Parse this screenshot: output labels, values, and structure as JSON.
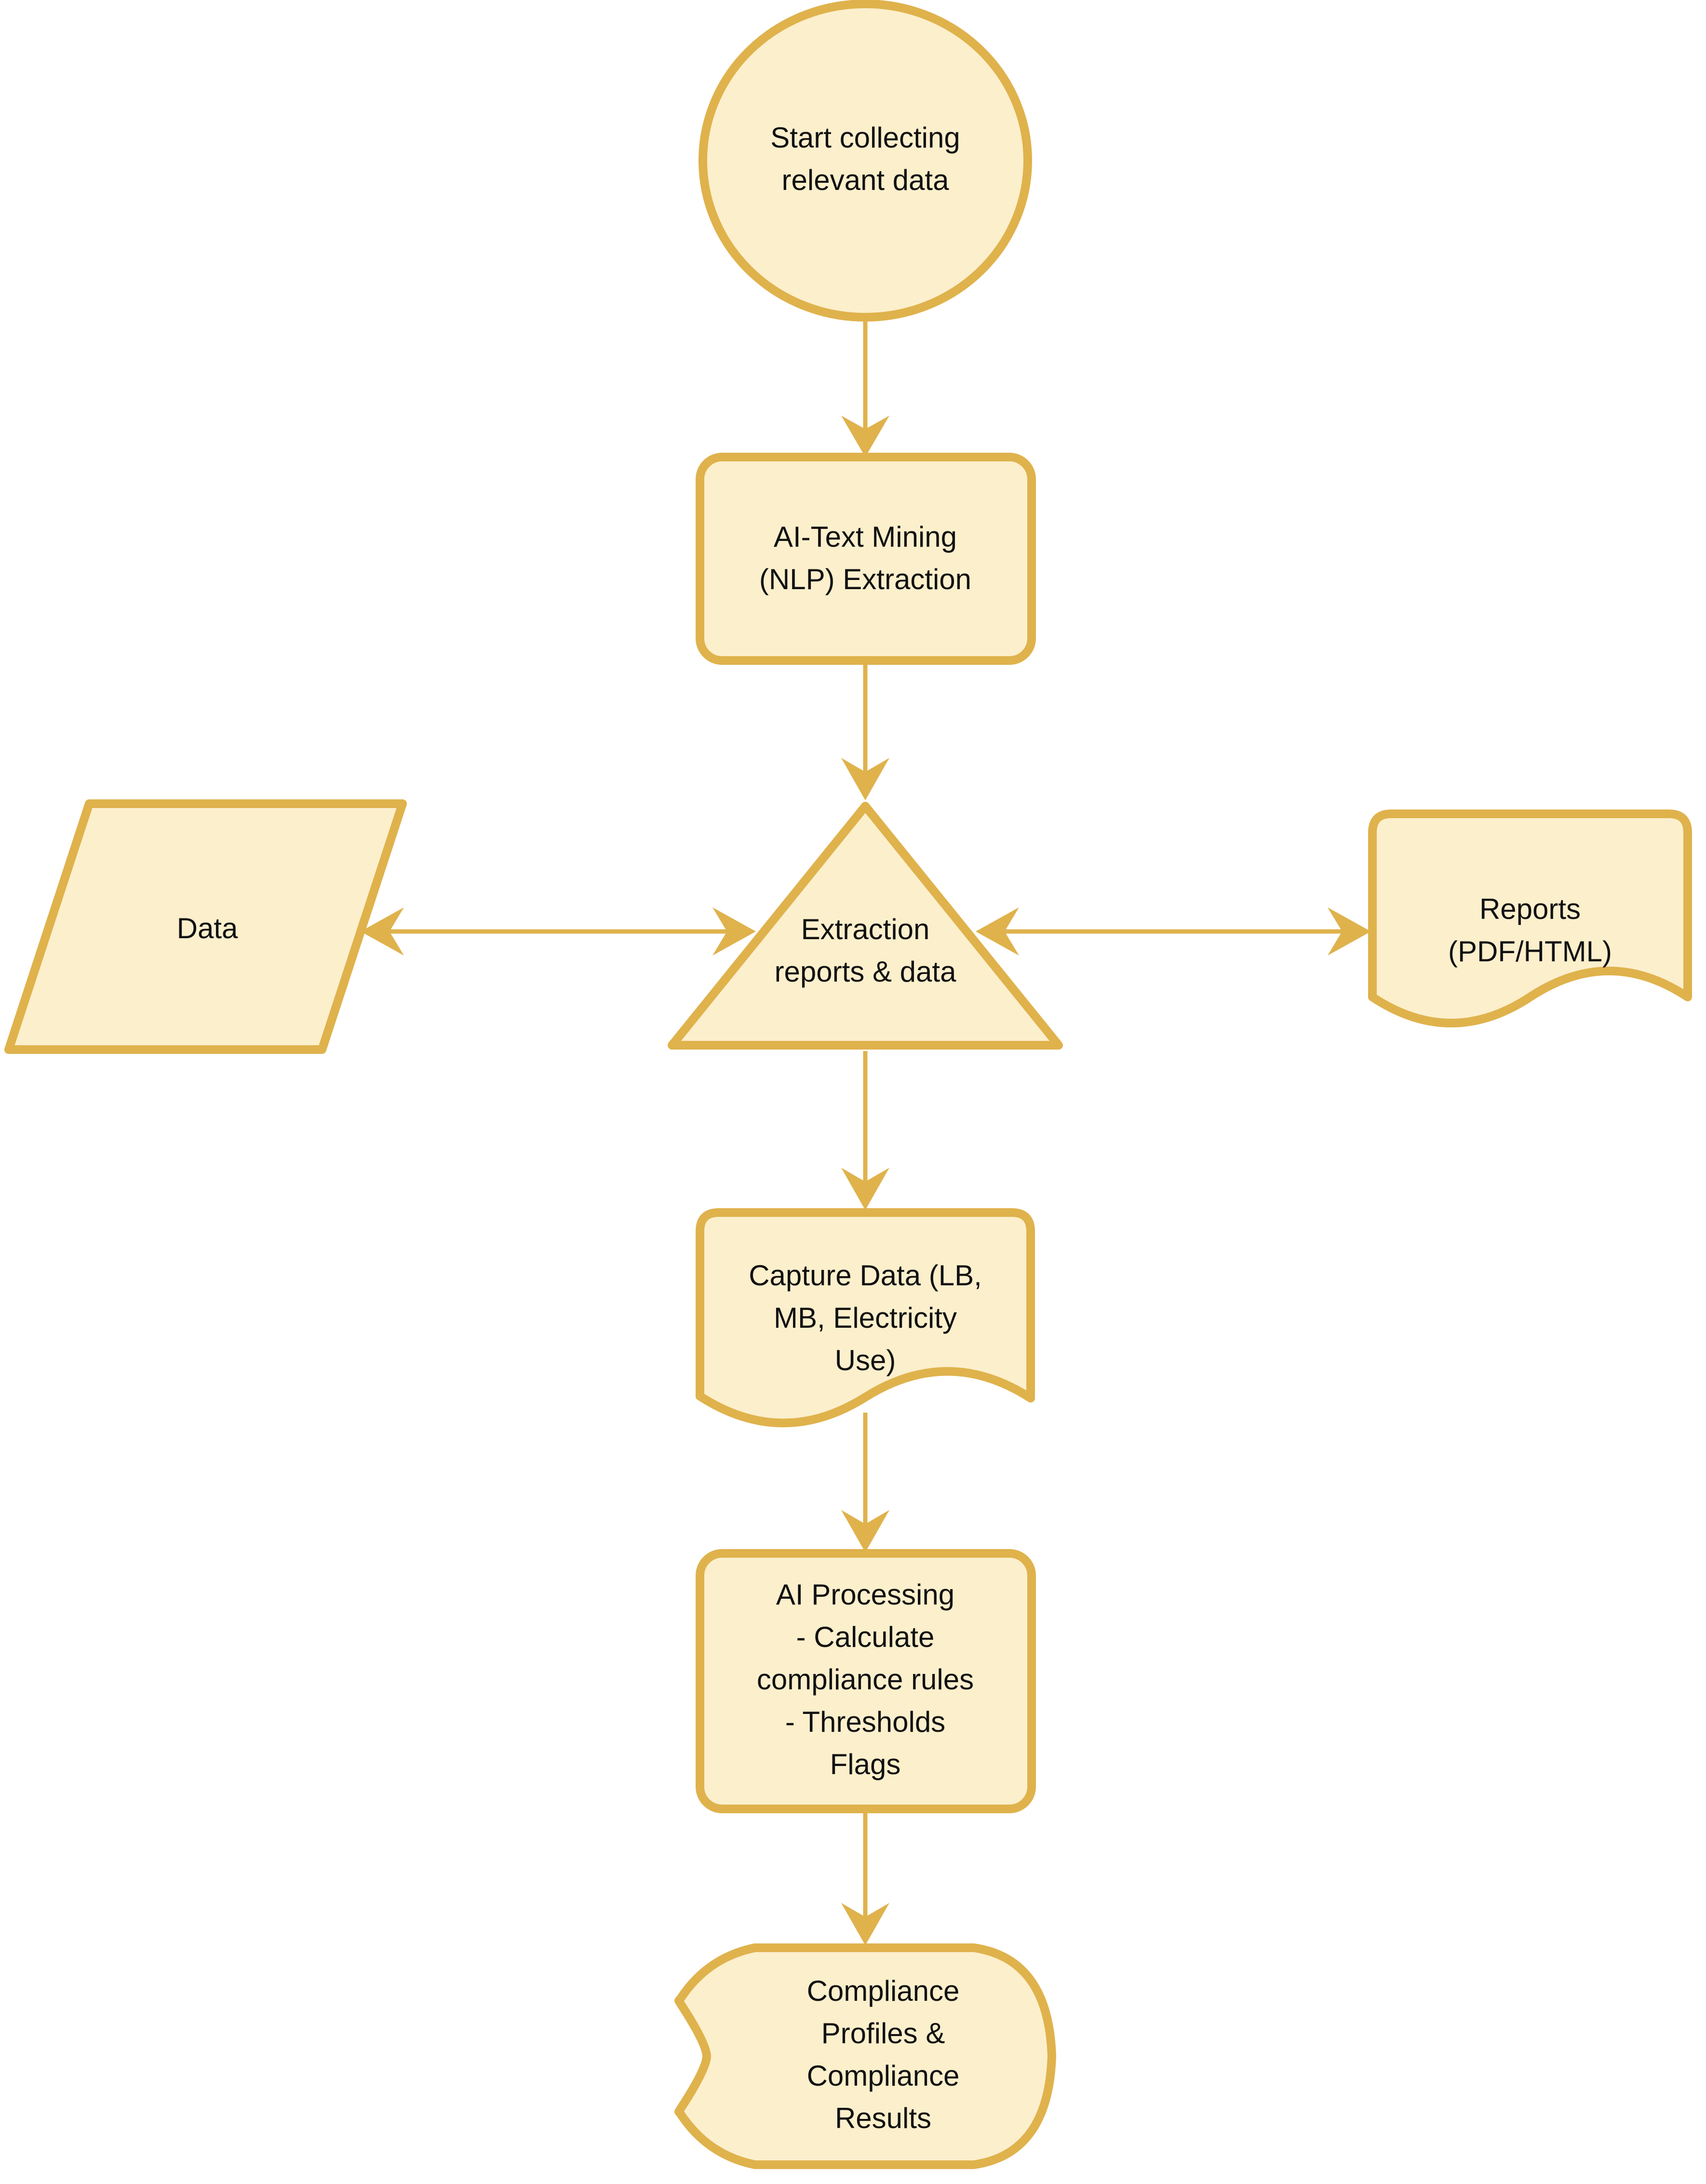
{
  "diagram": {
    "title": "AI compliance data extraction flowchart",
    "colors": {
      "node_fill": "#FCEFCC",
      "node_border": "#DFB24C",
      "edge": "#DFB24C",
      "text": "#111111",
      "background": "#FFFFFF"
    },
    "nodes": [
      {
        "id": "start",
        "shape": "circle",
        "lines": [
          "Start collecting",
          "relevant data"
        ]
      },
      {
        "id": "nlp",
        "shape": "rounded-rectangle",
        "lines": [
          "AI-Text Mining",
          "(NLP) Extraction"
        ]
      },
      {
        "id": "extraction",
        "shape": "triangle",
        "lines": [
          "Extraction",
          "reports & data"
        ]
      },
      {
        "id": "data",
        "shape": "parallelogram",
        "lines": [
          "Data"
        ]
      },
      {
        "id": "reports",
        "shape": "document",
        "lines": [
          "Reports",
          "(PDF/HTML)"
        ]
      },
      {
        "id": "capture",
        "shape": "document",
        "lines": [
          "Capture Data (LB,",
          "MB, Electricity",
          "Use)"
        ]
      },
      {
        "id": "processing",
        "shape": "rounded-rectangle",
        "lines": [
          "AI Processing",
          "- Calculate",
          "compliance rules",
          "- Thresholds",
          "Flags"
        ]
      },
      {
        "id": "compliance",
        "shape": "stored-data",
        "lines": [
          "Compliance",
          "Profiles &",
          "Compliance",
          "Results"
        ]
      }
    ],
    "edges": [
      {
        "id": "e1",
        "from": "start",
        "to": "nlp",
        "direction": "down",
        "arrows": "end"
      },
      {
        "id": "e2",
        "from": "nlp",
        "to": "extraction",
        "direction": "down",
        "arrows": "end"
      },
      {
        "id": "e3",
        "from": "extraction",
        "to": "data",
        "direction": "left",
        "arrows": "both"
      },
      {
        "id": "e4",
        "from": "extraction",
        "to": "reports",
        "direction": "right",
        "arrows": "both"
      },
      {
        "id": "e5",
        "from": "extraction",
        "to": "capture",
        "direction": "down",
        "arrows": "end"
      },
      {
        "id": "e6",
        "from": "capture",
        "to": "processing",
        "direction": "down",
        "arrows": "end"
      },
      {
        "id": "e7",
        "from": "processing",
        "to": "compliance",
        "direction": "down",
        "arrows": "end"
      }
    ]
  }
}
